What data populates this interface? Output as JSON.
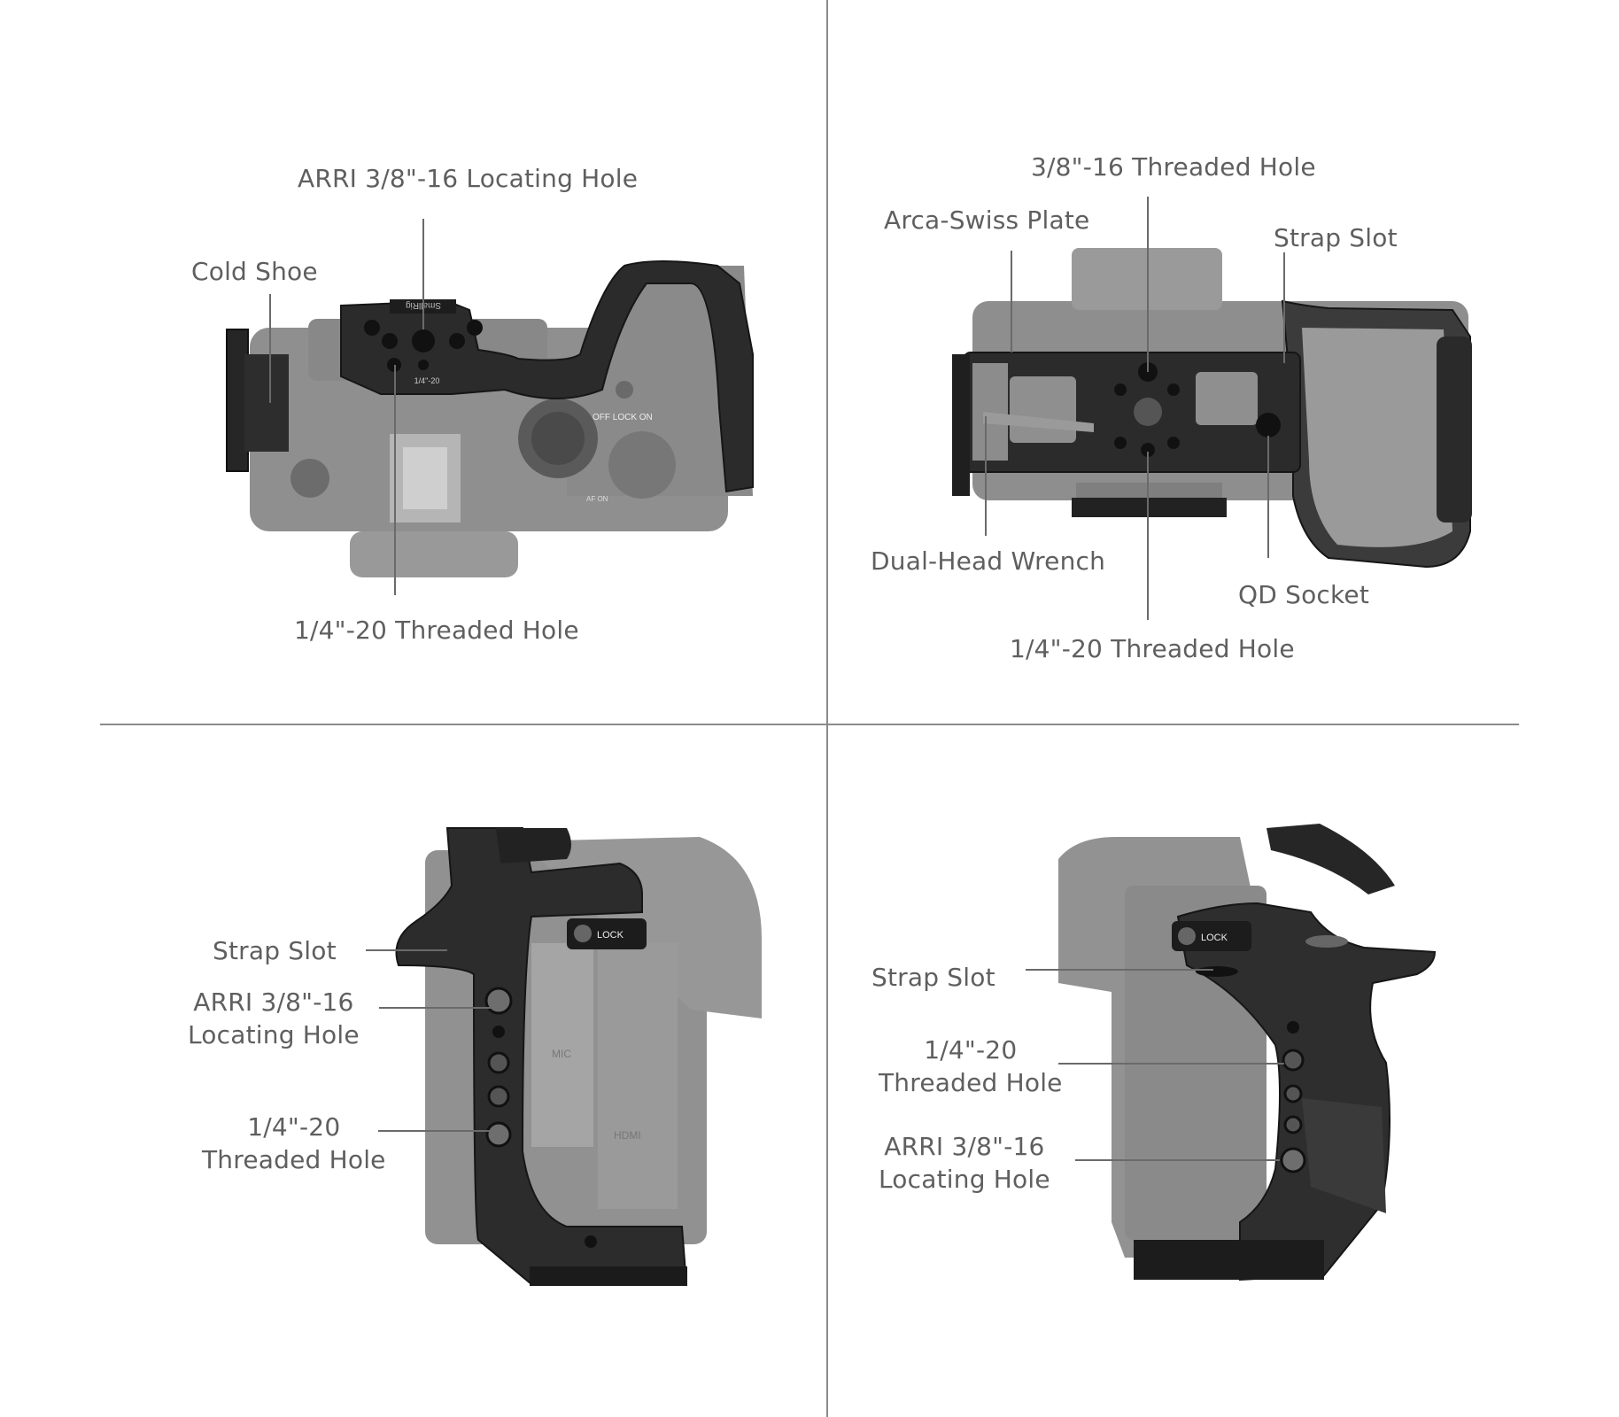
{
  "colors": {
    "background": "#ffffff",
    "divider": "#8a8a8a",
    "label_text": "#5f5f5f",
    "leader_line": "#6a6a6a",
    "camera_body": "#8e8e8e",
    "camera_dark": "#6e6e6e",
    "cage_black": "#2a2a2a",
    "cage_edge": "#161616"
  },
  "icons": [
    "camera-cage-top-view",
    "camera-cage-bottom-view",
    "camera-cage-left-side-view",
    "camera-cage-right-side-view"
  ],
  "panels": {
    "top_left": {
      "arri_hole": "ARRI 3/8\"-16 Locating Hole",
      "cold_shoe": "Cold Shoe",
      "threaded_hole": "1/4\"-20 Threaded Hole",
      "engraving_brand": "SmallRig",
      "engraving_thread": "1/4\"-20",
      "camera_switch": "OFF LOCK ON",
      "camera_af": "AF ON"
    },
    "top_right": {
      "threaded_hole_38": "3/8\"-16 Threaded Hole",
      "arca_plate": "Arca-Swiss Plate",
      "strap_slot": "Strap Slot",
      "wrench": "Dual-Head Wrench",
      "qd_socket": "QD Socket",
      "threaded_hole_14": "1/4\"-20 Threaded Hole"
    },
    "bottom_left": {
      "strap_slot": "Strap Slot",
      "arri_line1": "ARRI 3/8\"-16",
      "arri_line2": "Locating Hole",
      "threaded_line1": "1/4\"-20",
      "threaded_line2": "Threaded Hole",
      "lock": "LOCK",
      "port_mic": "MIC",
      "port_hdmi": "HDMI"
    },
    "bottom_right": {
      "strap_slot": "Strap Slot",
      "threaded_line1": "1/4\"-20",
      "threaded_line2": "Threaded Hole",
      "arri_line1": "ARRI 3/8\"-16",
      "arri_line2": "Locating Hole",
      "lock": "LOCK"
    }
  }
}
